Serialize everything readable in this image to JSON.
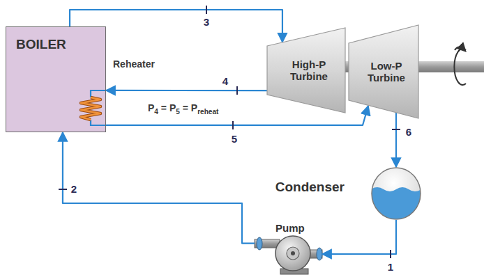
{
  "diagram": {
    "nodes": [
      {
        "text": [
          "BOILER"
        ]
      },
      {
        "text": [
          "High-P Turbine"
        ]
      },
      {
        "text": [
          "Low-P Turbine"
        ]
      },
      {
        "text": [
          "Condenser"
        ]
      },
      {
        "text": [
          "Pump"
        ]
      }
    ],
    "edges": [
      {
        "from": 0,
        "to": 1,
        "arrow": "to",
        "label": "3"
      },
      {
        "from": 1,
        "to": 0,
        "arrow": "to",
        "label": "4"
      },
      {
        "from": 0,
        "to": 2,
        "arrow": "to",
        "label": "5"
      },
      {
        "from": 2,
        "to": 3,
        "arrow": "to",
        "label": "6"
      },
      {
        "from": 3,
        "to": 4,
        "arrow": "to",
        "label": "1"
      },
      {
        "from": 4,
        "to": 0,
        "arrow": "to",
        "label": "2"
      }
    ],
    "labels": [
      "Reheater",
      "P4 = P5 = Preheat"
    ]
  }
}
